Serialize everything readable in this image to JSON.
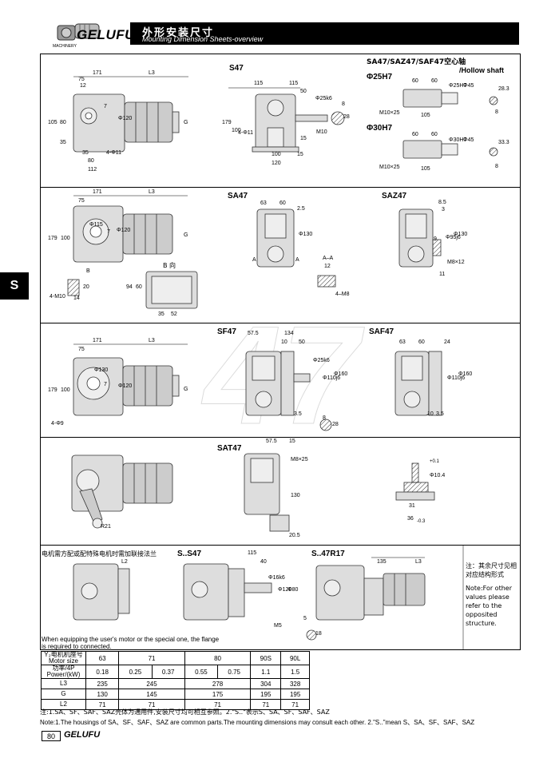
{
  "header": {
    "brand": "GELUFU",
    "machinery": "MACHINERY",
    "title_cn": "外形安装尺寸",
    "title_en": "Mounting Dimension Sheets-overview"
  },
  "side_tab": "S",
  "watermark": "47",
  "sections": {
    "s47": {
      "title": "S47",
      "dims": [
        "171",
        "L3",
        "75",
        "12",
        "105",
        "80",
        "35",
        "35",
        "4-Φ11",
        "80",
        "112",
        "7",
        "Φ120",
        "G",
        "115",
        "115",
        "50",
        "Φ25k6",
        "8",
        "28",
        "179",
        "100",
        "4-Φ11",
        "15",
        "M10",
        "100",
        "15",
        "120"
      ]
    },
    "hollow": {
      "title": "SA47/SAZ47/SAF47空心轴",
      "subtitle": "/Hollow shaft",
      "d1": "Φ25H7",
      "d2": "Φ30H7",
      "dims1": [
        "60",
        "60",
        "M10×25",
        "105",
        "Φ25H7",
        "Φ45",
        "28.3",
        "8"
      ],
      "dims2": [
        "60",
        "60",
        "M10×25",
        "105",
        "Φ30H7",
        "Φ45",
        "33.3",
        "8"
      ]
    },
    "sa47": {
      "title": "SA47",
      "b_view": "B 向",
      "dims": [
        "171",
        "L3",
        "75",
        "179",
        "100",
        "7",
        "Φ115",
        "Φ120",
        "G",
        "B",
        "4-M10",
        "20",
        "14",
        "94",
        "60",
        "35",
        "52",
        "63",
        "60",
        "2.5",
        "Φ130",
        "A",
        "A",
        "A–A",
        "12",
        "4–M8"
      ]
    },
    "saz47": {
      "title": "SAZ47",
      "dims": [
        "8.5",
        "3",
        "Φ130",
        "Φ95j6",
        "9",
        "M8×12",
        "11"
      ]
    },
    "sf47": {
      "title": "SF47",
      "dims": [
        "171",
        "L3",
        "75",
        "179",
        "100",
        "4-Φ9",
        "Φ120",
        "Φ130",
        "G",
        "7",
        "57.5",
        "134",
        "10",
        "50",
        "Φ25k6",
        "Φ110j6",
        "Φ160",
        "3.5",
        "8",
        "28"
      ]
    },
    "saf47": {
      "title": "SAF47",
      "dims": [
        "63",
        "60",
        "24",
        "Φ110j6",
        "Φ160",
        "10",
        "3.5"
      ]
    },
    "sat47": {
      "title": "SAT47",
      "dims": [
        "57.5",
        "15",
        "M8×25",
        "130",
        "20.5",
        "R21",
        "Φ10.4",
        "31",
        "36"
      ],
      "tol1": "+0.1",
      "tol2": "-0.3"
    },
    "motor": {
      "note_cn": "电机需方配或配特殊电机时需加联接法兰",
      "note_en": "When equipping the user's motor or the special one, the flange is required to connected.",
      "ss47_title": "S..S47",
      "ss47_dims": [
        "L2",
        "115",
        "40",
        "Φ16k6",
        "Φ120",
        "Φ80",
        "M5",
        "5",
        "18"
      ],
      "s47r17_title": "S..47R17",
      "s47r17_dims": [
        "135",
        "L3"
      ]
    }
  },
  "side_note": {
    "cn": "注：其余尺寸见相对应结构形式",
    "en": "Note:For other values please refer to the opposited structure."
  },
  "table": {
    "headers": [
      "Y₂电机机座号 Motor size",
      "63",
      "71",
      "80",
      "90S",
      "90L"
    ],
    "power_label": "功率/4P Power/(kW)",
    "power": [
      "0.18",
      "0.25",
      "0.37",
      "0.55",
      "0.75",
      "1.1",
      "1.5"
    ],
    "rows": [
      {
        "label": "L3",
        "values": [
          "235",
          "245",
          "278",
          "304",
          "328"
        ]
      },
      {
        "label": "G",
        "values": [
          "130",
          "145",
          "175",
          "195",
          "195"
        ]
      },
      {
        "label": "L2",
        "values": [
          "71",
          "71",
          "71",
          "71",
          "71"
        ]
      }
    ]
  },
  "footnotes": {
    "cn": "注:1.SA、SF、SAF、SAZ壳体为通用件,安装尺寸均可相互参照。2.\"S..\"表示S、SA、SF、SAF、SAZ",
    "en": "Note:1.The housings of SA、SF、SAF、SAZ are common parts.The mounting dimensions may consult each other. 2.\"S..\"mean S、SA、SF、SAF、SAZ"
  },
  "page": {
    "number": "80",
    "brand": "GELUFU"
  }
}
